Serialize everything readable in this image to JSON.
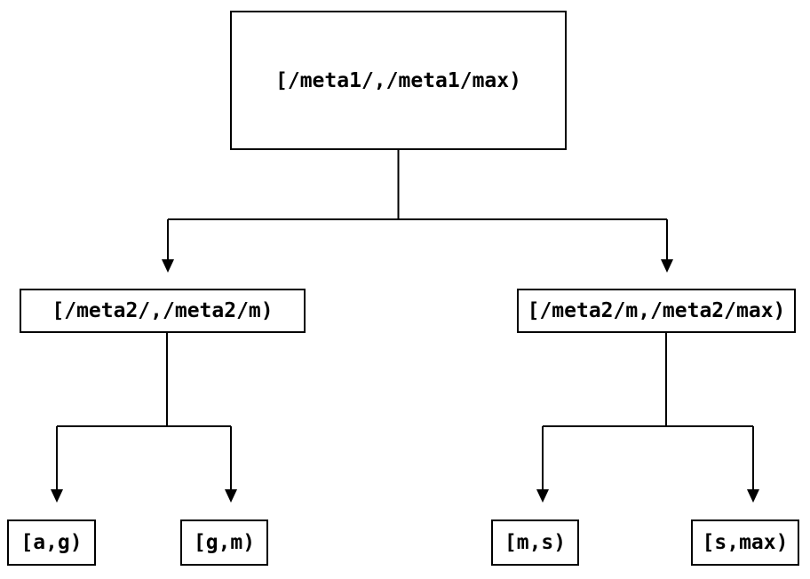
{
  "diagram": {
    "type": "tree",
    "nodes": {
      "root": {
        "label": "[/meta1/,/meta1/max)"
      },
      "children": [
        {
          "label": "[/meta2/,/meta2/m)"
        },
        {
          "label": "[/meta2/m,/meta2/max)"
        }
      ],
      "leaves": [
        {
          "label": "[a,g)"
        },
        {
          "label": "[g,m)"
        },
        {
          "label": "[m,s)"
        },
        {
          "label": "[s,max)"
        }
      ]
    },
    "colors": {
      "background": "#ffffff",
      "line": "#000000",
      "box_border": "#000000",
      "text": "#000000"
    }
  }
}
